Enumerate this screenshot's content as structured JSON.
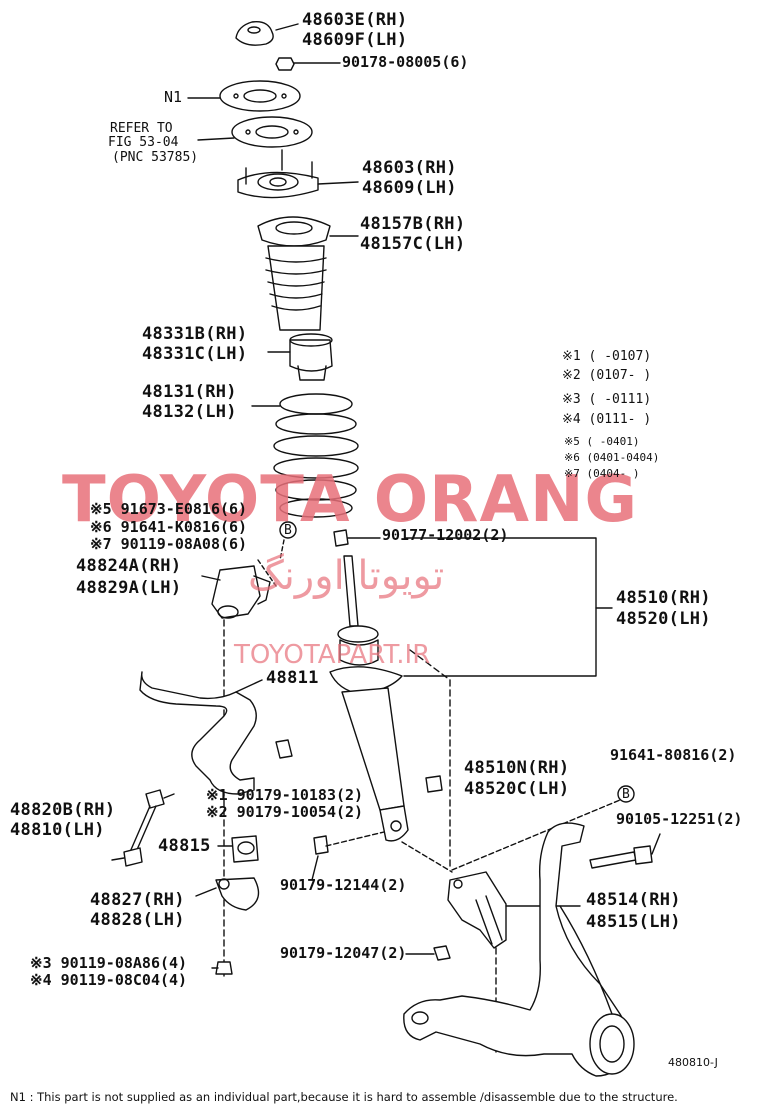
{
  "labels": {
    "mount_cover": {
      "rh": "48603E(RH)",
      "lh": "48609F(LH)"
    },
    "nut_top": "90178-08005(6)",
    "n1_marker": "N1",
    "refer_line1": "REFER TO",
    "refer_line2": "FIG 53-04",
    "refer_line3": "(PNC 53785)",
    "support": {
      "rh": "48603(RH)",
      "lh": "48609(LH)"
    },
    "bound_stopper": {
      "rh": "48157B(RH)",
      "lh": "48157C(LH)"
    },
    "insulator": {
      "rh": "48331B(RH)",
      "lh": "48331C(LH)"
    },
    "coil_spring": {
      "rh": "48131(RH)",
      "lh": "48132(LH)"
    },
    "bracket_bolts": {
      "line5": "※5 91673-E0816(6)",
      "line6": "※6 91641-K0816(6)",
      "line7": "※7 90119-08A08(6)"
    },
    "bracket": {
      "rh": "48824A(RH)",
      "lh": "48829A(LH)"
    },
    "nut_strut_top": "90177-12002(2)",
    "shock_absorber": {
      "rh": "48510(RH)",
      "lh": "48520(LH)"
    },
    "stabilizer_bar": "48811",
    "stab_nut": {
      "line1": "※1 90179-10183(2)",
      "line2": "※2 90179-10054(2)"
    },
    "absorber_alt": {
      "rh": "48510N(RH)",
      "lh": "48520C(LH)"
    },
    "bolt_b": "91641-80816(2)",
    "bolt_b_marker": "B",
    "link": {
      "rh": "48820B(RH)",
      "lh": "48810(LH)"
    },
    "bushing": "48815",
    "bolt_lower": "90105-12251(2)",
    "nut_lower_left": "90179-12144(2)",
    "lower_bracket": {
      "rh": "48514(RH)",
      "lh": "48515(LH)"
    },
    "clamp": {
      "rh": "48827(RH)",
      "lh": "48828(LH)"
    },
    "nut_bottom": "90179-12047(2)",
    "clamp_bolts": {
      "line3": "※3 90119-08A86(4)",
      "line4": "※4 90119-08C04(4)"
    },
    "marker_b_upper": "B"
  },
  "legend": [
    "※1 (      -0107)",
    "※2 (0107-      )",
    "※3 (      -0111)",
    "※4 (0111-      )",
    "※5 (     -0401)",
    "※6 (0401-0404)",
    "※7 (0404-      )"
  ],
  "watermark": {
    "main": "TOYOTA ORANG",
    "persian": "تویوتا اورنگ",
    "url": "TOYOTAPART.IR",
    "color": "#e8707a"
  },
  "diagram_code": "480810-J",
  "footnote": "N1 : This part is not supplied as an individual part,because it is hard to assemble /disassemble due to the structure.",
  "colors": {
    "line": "#111111",
    "watermark": "#e8707a",
    "background": "#ffffff"
  }
}
